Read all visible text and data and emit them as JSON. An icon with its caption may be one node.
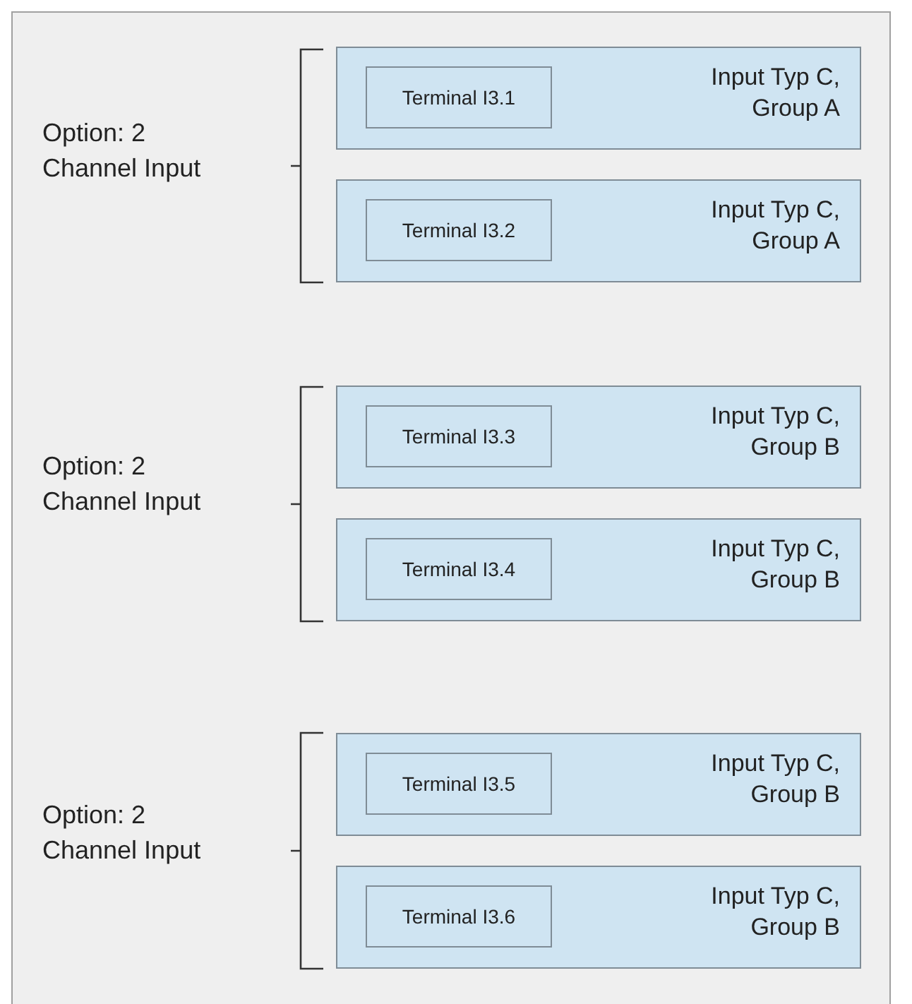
{
  "diagram": {
    "nodes": [
      {
        "text": [
          "Input Typ C, Group A"
        ]
      },
      {
        "text": [
          "Terminal I3.1"
        ],
        "in": 0
      },
      {
        "text": [
          "Input Typ C, Group A"
        ]
      },
      {
        "text": [
          "Terminal I3.2"
        ],
        "in": 2
      },
      {
        "text": [
          "Input Typ C, Group B"
        ]
      },
      {
        "text": [
          "Terminal I3.3"
        ],
        "in": 4
      },
      {
        "text": [
          "Input Typ C, Group B"
        ]
      },
      {
        "text": [
          "Terminal I3.4"
        ],
        "in": 6
      },
      {
        "text": [
          "Input Typ C, Group B"
        ]
      },
      {
        "text": [
          "Terminal I3.5"
        ],
        "in": 8
      },
      {
        "text": [
          "Input Typ C, Group B"
        ]
      },
      {
        "text": [
          "Terminal I3.6"
        ],
        "in": 10
      }
    ],
    "labels": [
      "Option: 2 Channel Input",
      "Option: 2 Channel Input",
      "Option: 2 Channel Input"
    ]
  }
}
